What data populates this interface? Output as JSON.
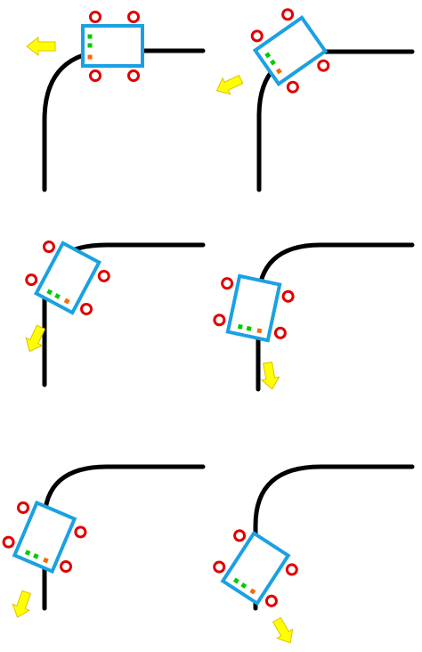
{
  "colors": {
    "background": "#ffffff",
    "track": "#000000",
    "robot_body": "#1ba1e2",
    "robot_fill": "#ffffff",
    "wheel": "#e00000",
    "sensor_green": "#00cc00",
    "sensor_orange": "#ff6600",
    "arrow": "#ffff00"
  },
  "diagram": {
    "panels": [
      {
        "id": 1,
        "robot_heading": "left"
      },
      {
        "id": 2,
        "robot_heading": "down-left"
      },
      {
        "id": 3,
        "robot_heading": "down-left"
      },
      {
        "id": 4,
        "robot_heading": "down"
      },
      {
        "id": 5,
        "robot_heading": "down-left"
      },
      {
        "id": 6,
        "robot_heading": "down"
      }
    ]
  }
}
